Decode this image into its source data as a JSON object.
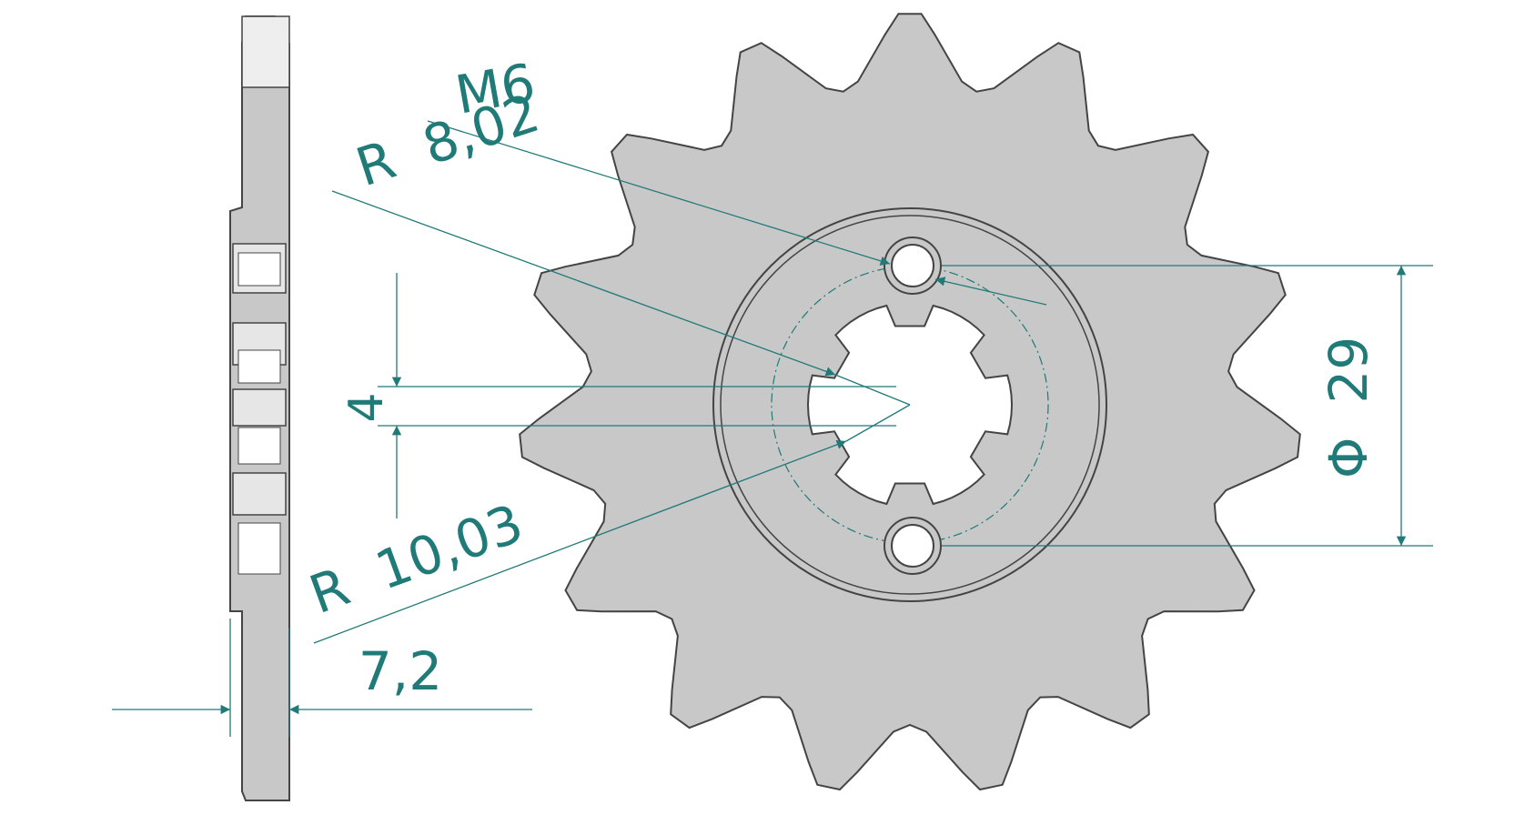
{
  "colors": {
    "part_fill": "#c8c8c8",
    "part_stroke": "#444444",
    "dimension": "#1f7a78",
    "background": "#ffffff"
  },
  "labels": {
    "thread": "M6",
    "radius_small": "R  8,02",
    "radius_large": "R  10,03",
    "offset": "4",
    "bolt_circle": "Φ  29",
    "thickness": "7,2"
  },
  "part": {
    "teeth": 15
  }
}
